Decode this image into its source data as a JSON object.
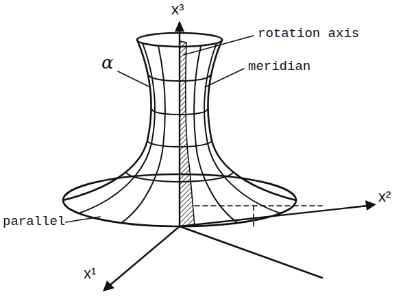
{
  "diagram": {
    "labels": [
      "x³",
      "rotation axis",
      "α",
      "meridian",
      "x²",
      "parallel",
      "x¹"
    ]
  }
}
